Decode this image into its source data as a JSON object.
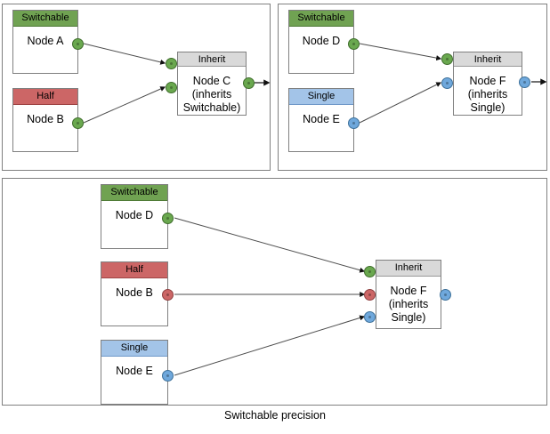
{
  "caption": "Switchable precision",
  "colors": {
    "switchable": "#70a252",
    "half": "#cc6666",
    "single": "#a3c4e8",
    "inherit": "#d9d9d9",
    "panel_border": "#808080",
    "edge": "#4d4d4d",
    "port_green": "#6aa84f",
    "port_red": "#cc6666",
    "port_blue": "#6fa8dc"
  },
  "panels": {
    "top_left": {
      "nodes": {
        "a": {
          "header": "Switchable",
          "body": "Node A"
        },
        "b": {
          "header": "Half",
          "body": "Node B"
        },
        "c": {
          "header": "Inherit",
          "body": "Node C\n(inherits\nSwitchable)"
        }
      }
    },
    "top_right": {
      "nodes": {
        "d": {
          "header": "Switchable",
          "body": "Node D"
        },
        "e": {
          "header": "Single",
          "body": "Node E"
        },
        "f": {
          "header": "Inherit",
          "body": "Node F\n(inherits\nSingle)"
        }
      }
    },
    "bottom": {
      "nodes": {
        "d": {
          "header": "Switchable",
          "body": "Node D"
        },
        "b": {
          "header": "Half",
          "body": "Node B"
        },
        "e": {
          "header": "Single",
          "body": "Node E"
        },
        "f": {
          "header": "Inherit",
          "body": "Node F\n(inherits\nSingle)"
        }
      }
    }
  }
}
